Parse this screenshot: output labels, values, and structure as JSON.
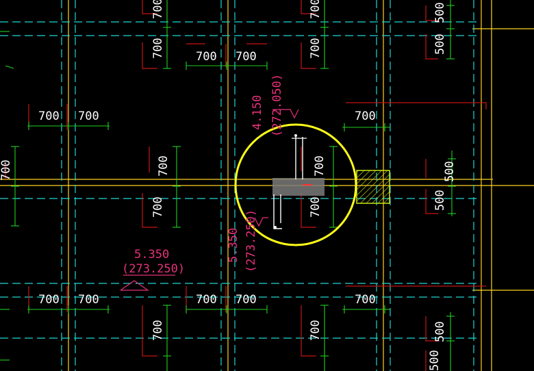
{
  "drawing": {
    "colors": {
      "background": "#000000",
      "axis_line": "#ffd21f",
      "beam_dashed": "#21d6d6",
      "beam_edge": "#c81414",
      "dimension_line": "#1fd11f",
      "dimension_text": "#ffffff",
      "level_text": "#e6317a",
      "highlight_circle": "#ffff1a",
      "column_hatch": "#c8e614"
    },
    "dimensions": {
      "d_top_v1": "700",
      "d_top_v2": "700",
      "d_top_v3": "700",
      "d_top_v4": "700",
      "d_top_v5": "500",
      "d_top_v6": "500",
      "d_top_h1": "700",
      "d_top_h2": "700",
      "d_mid_h1": "700",
      "d_mid_h2": "700",
      "d_mid_h3": "700",
      "d_left_edge": "700",
      "d_mid_v1": "700",
      "d_mid_v2": "700",
      "d_mid_v3": "700",
      "d_mid_v4": "700",
      "d_mid_v5": "500",
      "d_mid_v6": "500",
      "d_bot_h1": "700",
      "d_bot_h2": "700",
      "d_bot_h3": "700",
      "d_bot_h4": "700",
      "d_bot_h5": "700",
      "d_bot_v1": "700",
      "d_bot_v2": "700",
      "d_bot_v3": "500",
      "d_bot_v4": "500"
    },
    "level_marks": {
      "upper_value": "4.150",
      "upper_absolute": "(272.050)",
      "lower_value": "5.350",
      "lower_absolute": "(273.250)",
      "left_value": "5.350",
      "left_absolute": "(273.250)"
    }
  }
}
